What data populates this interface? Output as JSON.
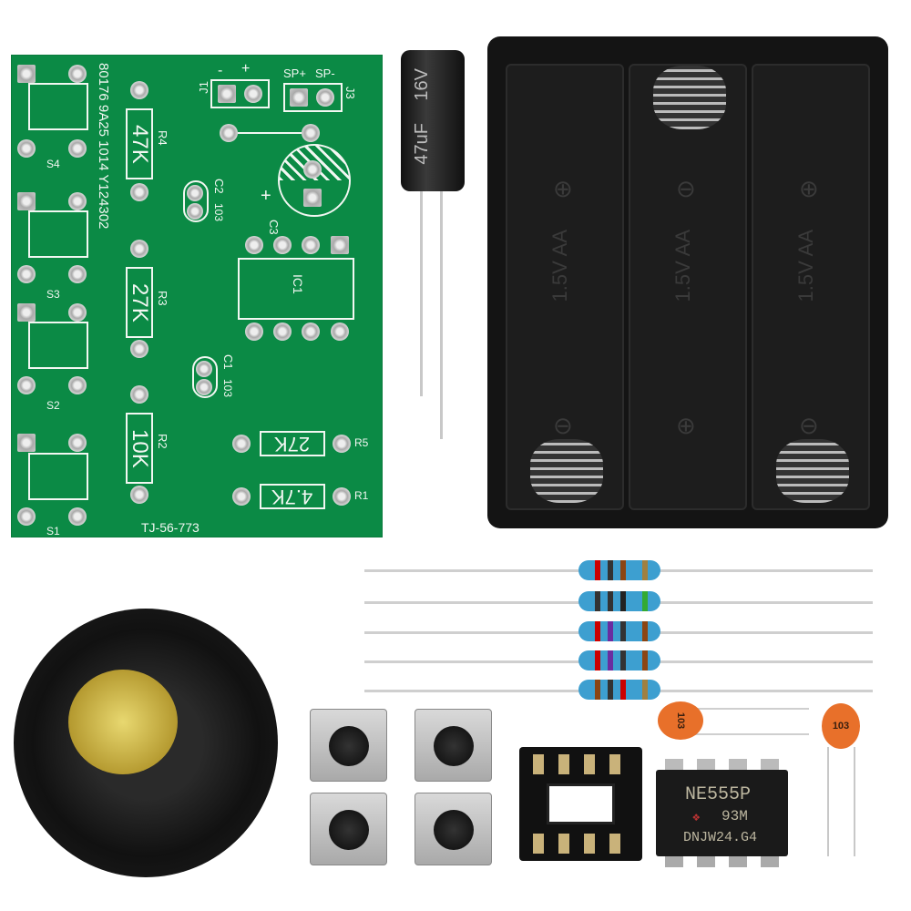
{
  "pcb": {
    "serial": "80176 9A25 1014 Y124302",
    "model": "TJ-56-773",
    "j1": {
      "label": "J1",
      "minus": "-",
      "plus": "+"
    },
    "j3": {
      "label": "J3",
      "sp_plus": "SP+",
      "sp_minus": "SP-"
    },
    "c3": {
      "label": "C3",
      "plus": "+"
    },
    "ic1": "IC1",
    "c2": {
      "label": "C2",
      "value": "103"
    },
    "c1": {
      "label": "C1",
      "value": "103"
    },
    "resistors": [
      {
        "ref": "R4",
        "value": "47K"
      },
      {
        "ref": "R3",
        "value": "27K"
      },
      {
        "ref": "R2",
        "value": "10K"
      },
      {
        "ref": "R5",
        "value": "27K"
      },
      {
        "ref": "R1",
        "value": "4.7K"
      }
    ],
    "switches": [
      "S4",
      "S3",
      "S2",
      "S1"
    ]
  },
  "electrolytic_cap": {
    "voltage": "16V",
    "capacitance": "47uF"
  },
  "battery_holder": {
    "cell_label": "1.5V AA",
    "plus": "⊕",
    "minus": "⊖"
  },
  "ceramic_caps": [
    "103",
    "103"
  ],
  "ic_chip": {
    "part": "NE555P",
    "code": "93M",
    "lot": "DNJW24.G4"
  },
  "colors": {
    "pcb": "#0b8a45",
    "resistor_body": "#3d9fd0",
    "ceramic": "#e8702a"
  }
}
